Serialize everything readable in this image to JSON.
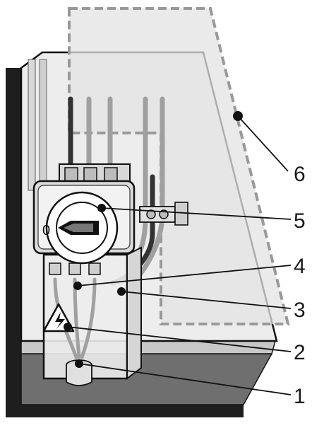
{
  "switch": {
    "position_mark": "0"
  },
  "callouts": [
    {
      "id": "6",
      "label": "6"
    },
    {
      "id": "5",
      "label": "5"
    },
    {
      "id": "4",
      "label": "4"
    },
    {
      "id": "3",
      "label": "3"
    },
    {
      "id": "2",
      "label": "2"
    },
    {
      "id": "1",
      "label": "1"
    }
  ],
  "colors": {
    "outline": "#111111",
    "frame_dark": "#222222",
    "panel_fill": "#e9e9e9",
    "cover_fill": "#e6e6e6",
    "cover_dash": "#999999",
    "floor_fill": "#6f6f6f",
    "cable_dark": "#333333",
    "cable_light": "#a0a0a0",
    "warning_yellow": "#f5f5f5"
  },
  "icons": [
    "high-voltage-warning-icon",
    "rotary-switch-icon"
  ]
}
